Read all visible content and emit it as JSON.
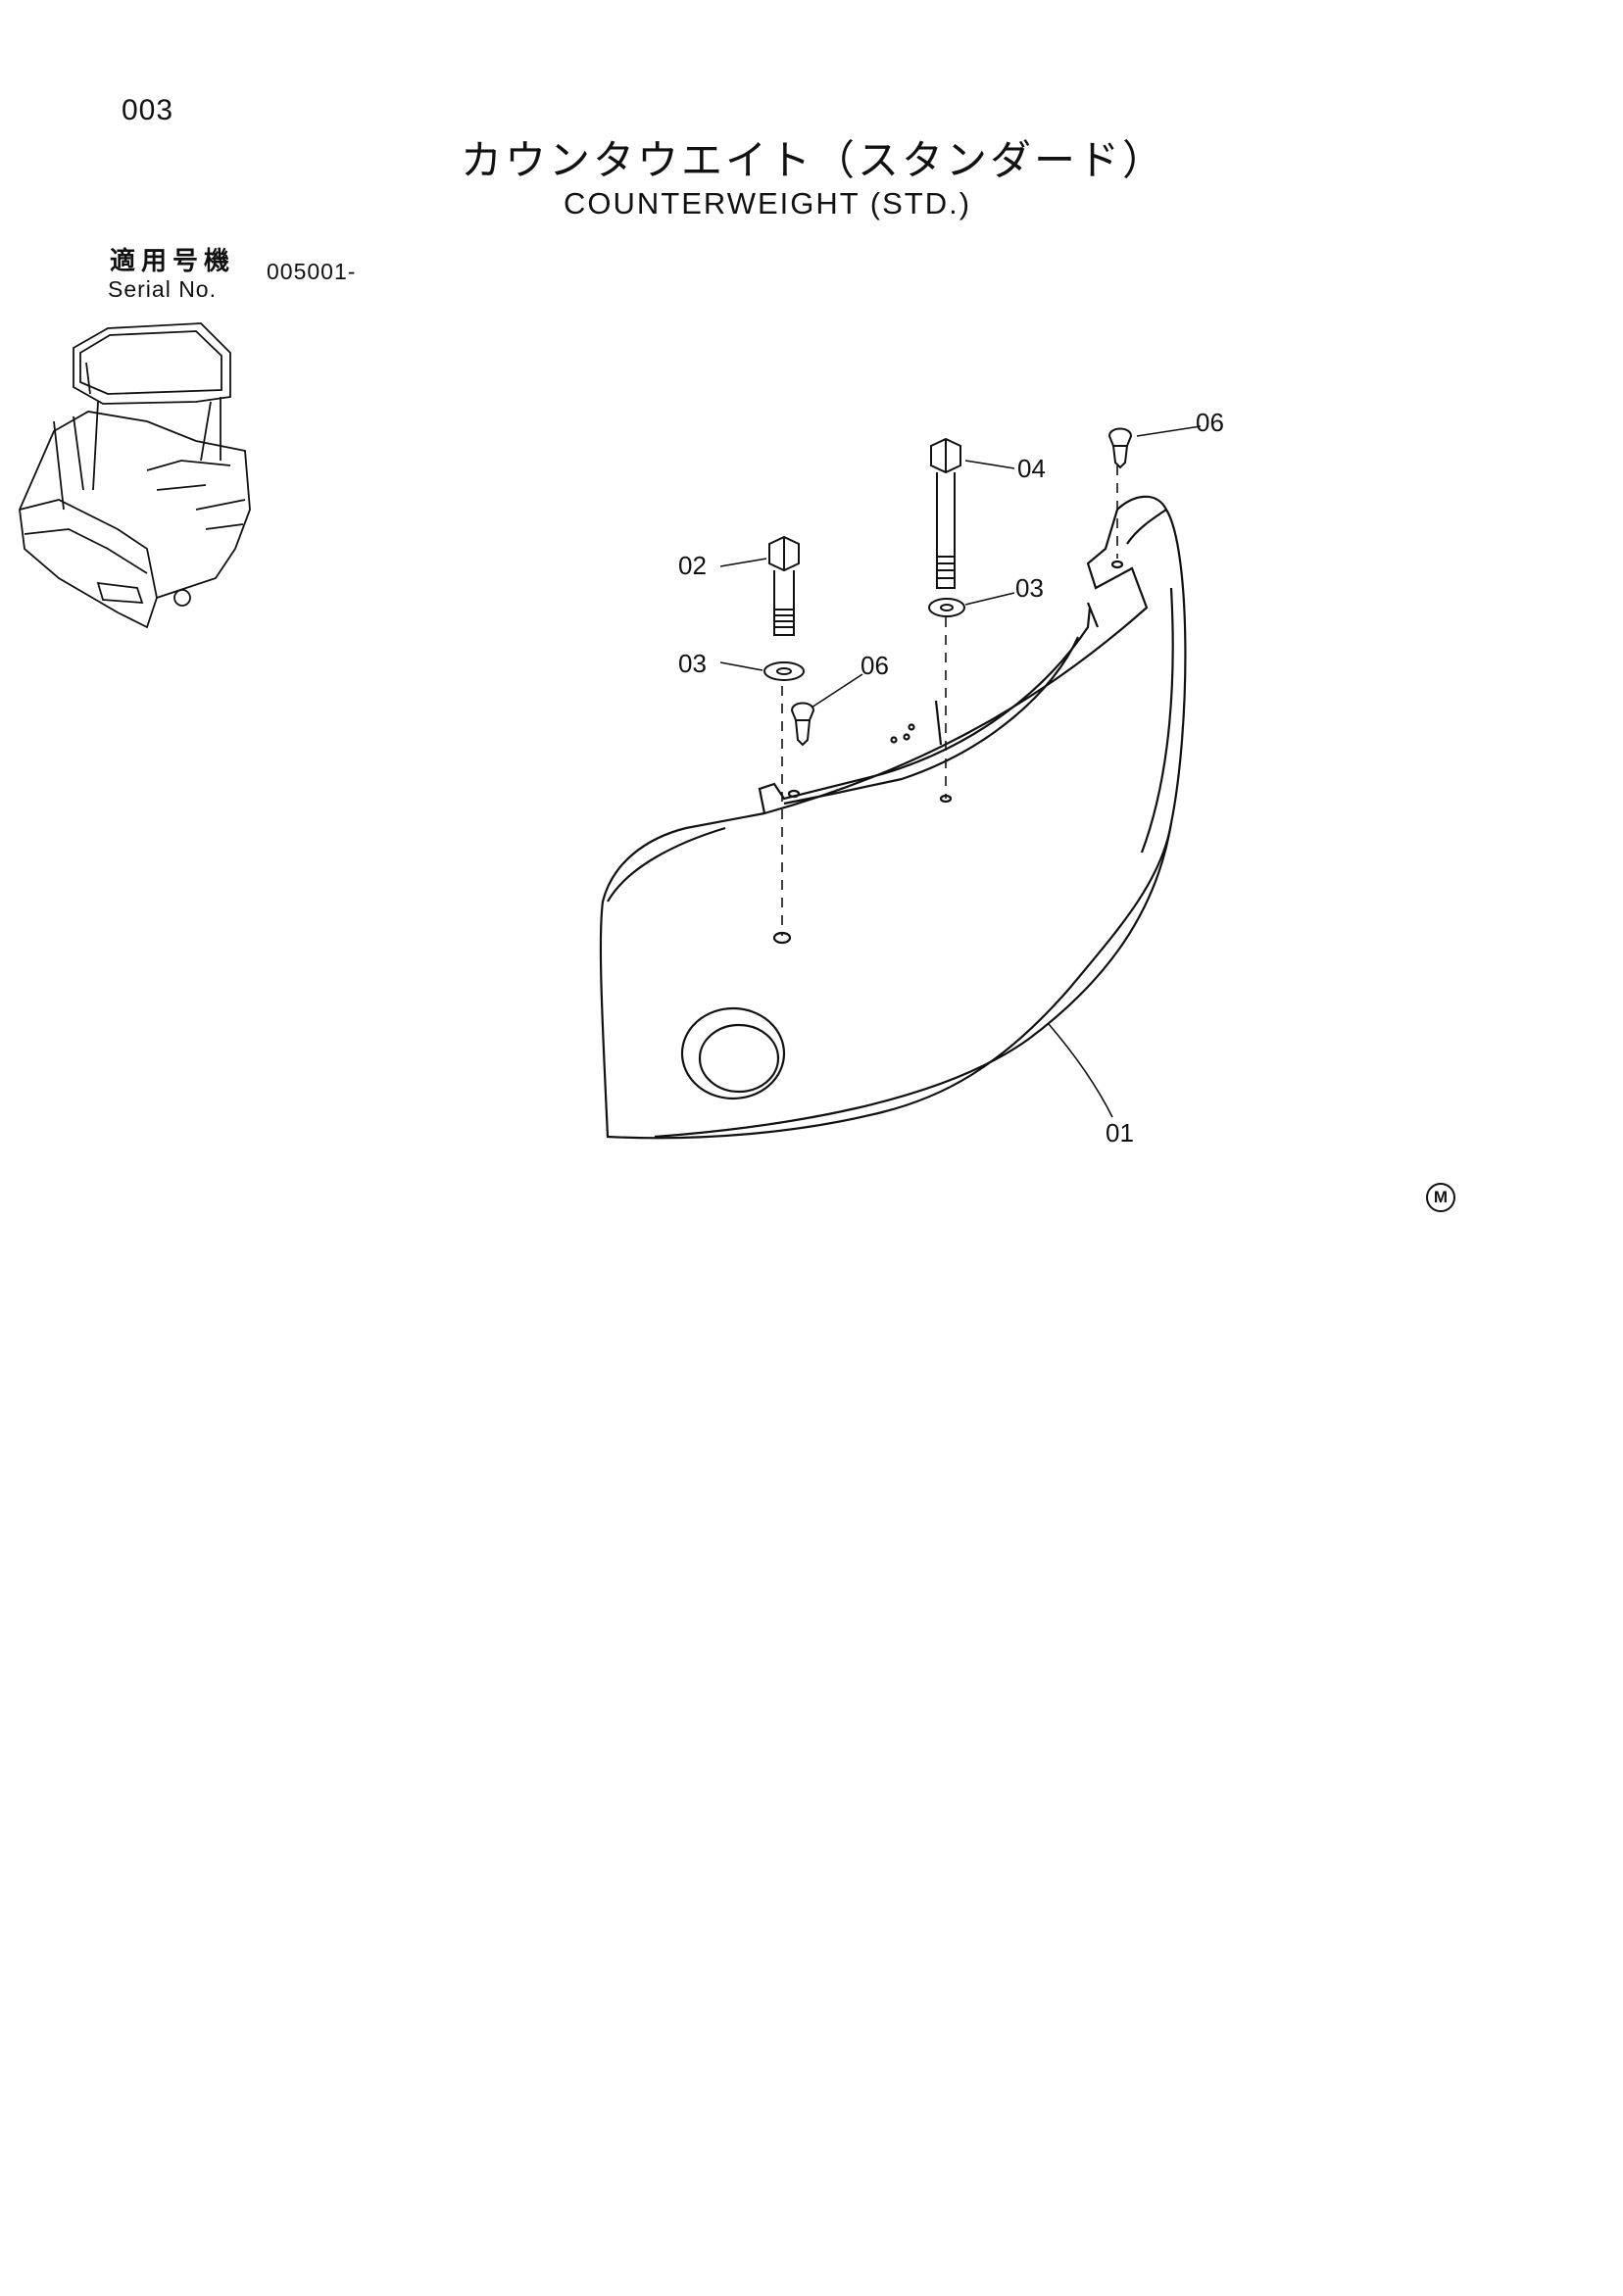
{
  "page": {
    "page_number": "003",
    "title_jp": "カウンタウエイト（スタンダード）",
    "title_en": "COUNTERWEIGHT (STD.)"
  },
  "serial": {
    "label_jp": "適用号機",
    "label_en": "Serial No.",
    "value": "005001-"
  },
  "callouts": {
    "c01": "01",
    "c02": "02",
    "c03a": "03",
    "c03b": "03",
    "c04": "04",
    "c06a": "06",
    "c06b": "06"
  },
  "mark": "M"
}
